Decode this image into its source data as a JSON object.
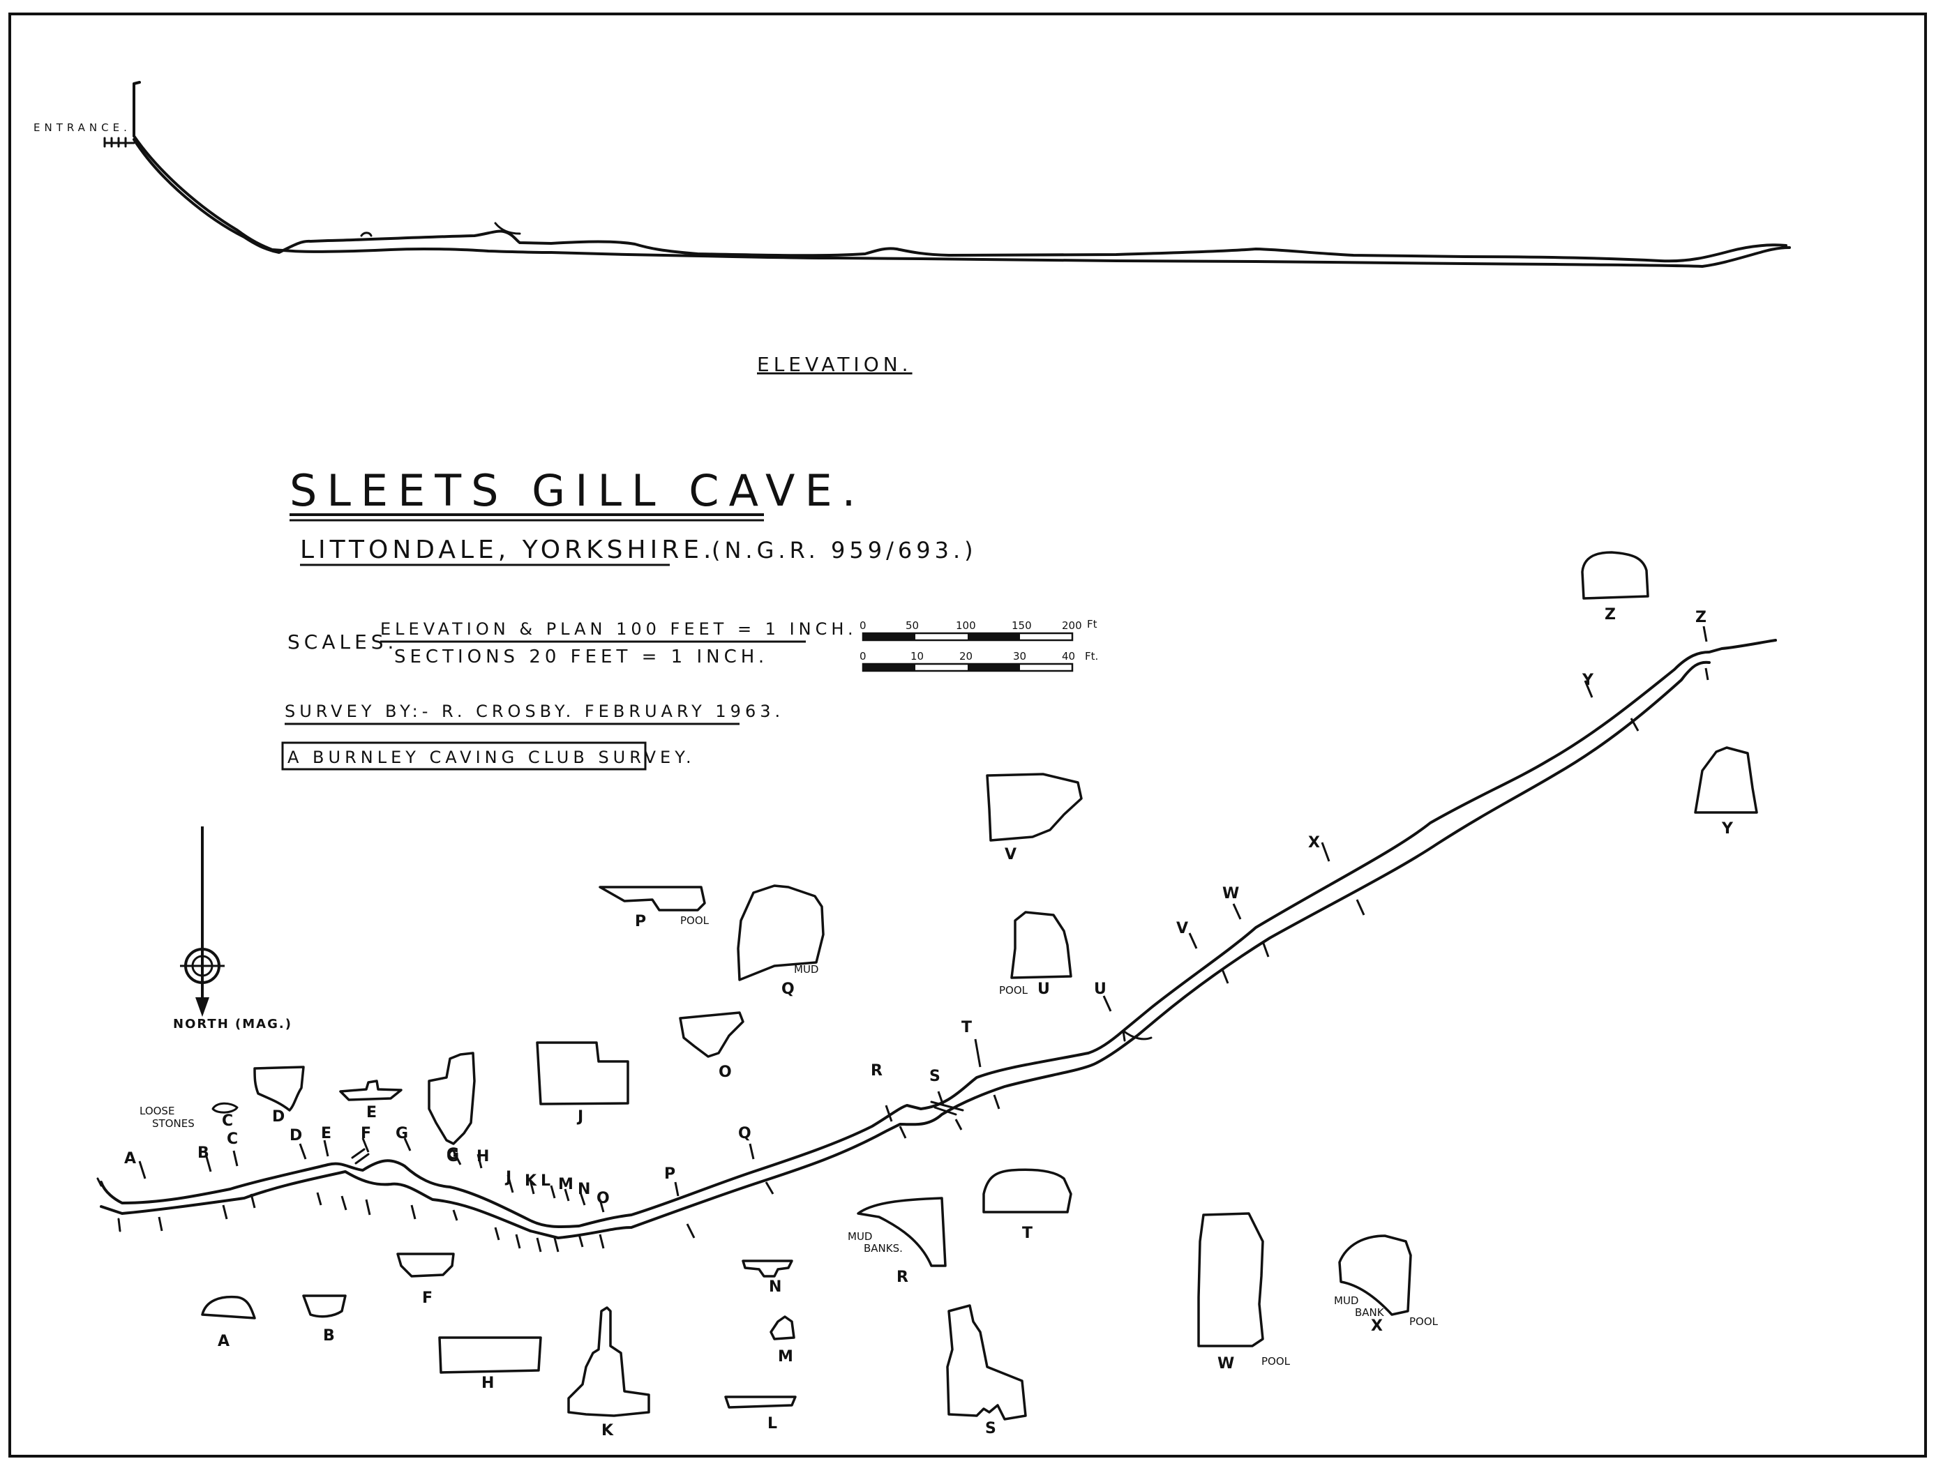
{
  "elevation": {
    "entrance_label": "ENTRANCE.",
    "title": "ELEVATION."
  },
  "title_block": {
    "title": "SLEETS GILL CAVE.",
    "location": "LITTONDALE, YORKSHIRE.",
    "ngr": "(N.G.R. 959/693.)",
    "scales_label": "SCALES.",
    "scale_plan": "ELEVATION & PLAN 100 FEET = 1 INCH.",
    "scale_sections": "SECTIONS 20 FEET = 1 INCH.",
    "survey_by": "SURVEY BY:- R. CROSBY. FEBRUARY 1963.",
    "club": "A BURNLEY CAVING CLUB SURVEY."
  },
  "scale_bars": {
    "bar1_ticks": [
      "0",
      "50",
      "100",
      "150",
      "200"
    ],
    "bar1_unit": "Ft",
    "bar2_ticks": [
      "0",
      "10",
      "20",
      "30",
      "40"
    ],
    "bar2_unit": "Ft."
  },
  "north_arrow": {
    "label": "NORTH (MAG.)"
  },
  "plan_station_labels": [
    "A",
    "B",
    "C",
    "D",
    "E",
    "F",
    "G",
    "H",
    "J",
    "K",
    "L",
    "M",
    "N",
    "O",
    "P",
    "Q",
    "R",
    "S",
    "T",
    "U",
    "V",
    "W",
    "X",
    "Y",
    "Z"
  ],
  "annotations": {
    "loose_stones": [
      "LOOSE",
      "STONES"
    ],
    "pool": "POOL",
    "mud": "MUD",
    "mud_banks": [
      "MUD",
      "BANKS."
    ],
    "mud_bank": [
      "MUD",
      "BANK"
    ]
  },
  "sections": [
    {
      "id": "A",
      "label": "A"
    },
    {
      "id": "B",
      "label": "B"
    },
    {
      "id": "C",
      "label": "C"
    },
    {
      "id": "D",
      "label": "D"
    },
    {
      "id": "E",
      "label": "E"
    },
    {
      "id": "F",
      "label": "F"
    },
    {
      "id": "G",
      "label": "G"
    },
    {
      "id": "H",
      "label": "H"
    },
    {
      "id": "J",
      "label": "J"
    },
    {
      "id": "K",
      "label": "K"
    },
    {
      "id": "L",
      "label": "L"
    },
    {
      "id": "M",
      "label": "M"
    },
    {
      "id": "N",
      "label": "N"
    },
    {
      "id": "O",
      "label": "O"
    },
    {
      "id": "P",
      "label": "P"
    },
    {
      "id": "Q",
      "label": "Q"
    },
    {
      "id": "R",
      "label": "R"
    },
    {
      "id": "S",
      "label": "S"
    },
    {
      "id": "T",
      "label": "T"
    },
    {
      "id": "U",
      "label": "U"
    },
    {
      "id": "V",
      "label": "V"
    },
    {
      "id": "W",
      "label": "W"
    },
    {
      "id": "X",
      "label": "X"
    },
    {
      "id": "Y",
      "label": "Y"
    },
    {
      "id": "Z",
      "label": "Z"
    }
  ]
}
